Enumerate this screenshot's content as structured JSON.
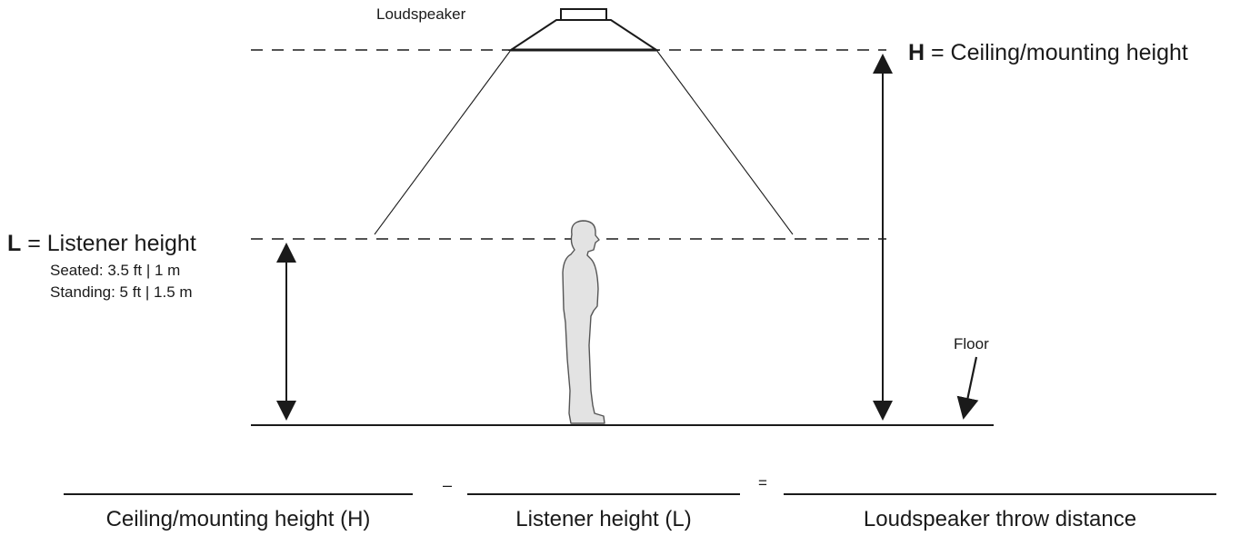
{
  "diagram": {
    "speaker_label": "Loudspeaker",
    "h_label": {
      "letter": "H",
      "text": " = Ceiling/mounting height"
    },
    "l_label": {
      "letter": "L",
      "text": " = Listener height",
      "seated": "Seated: 3.5 ft | 1 m",
      "standing": "Standing: 5 ft | 1.5 m"
    },
    "floor_label": "Floor"
  },
  "formula": {
    "operator_minus": "–",
    "operator_equals": "=",
    "blank_1_label": "Ceiling/mounting height (H)",
    "blank_2_label": "Listener height (L)",
    "blank_3_label": "Loudspeaker throw distance"
  },
  "colors": {
    "line": "#1a1a1a",
    "person_fill": "#e3e3e3",
    "person_stroke": "#555555"
  }
}
